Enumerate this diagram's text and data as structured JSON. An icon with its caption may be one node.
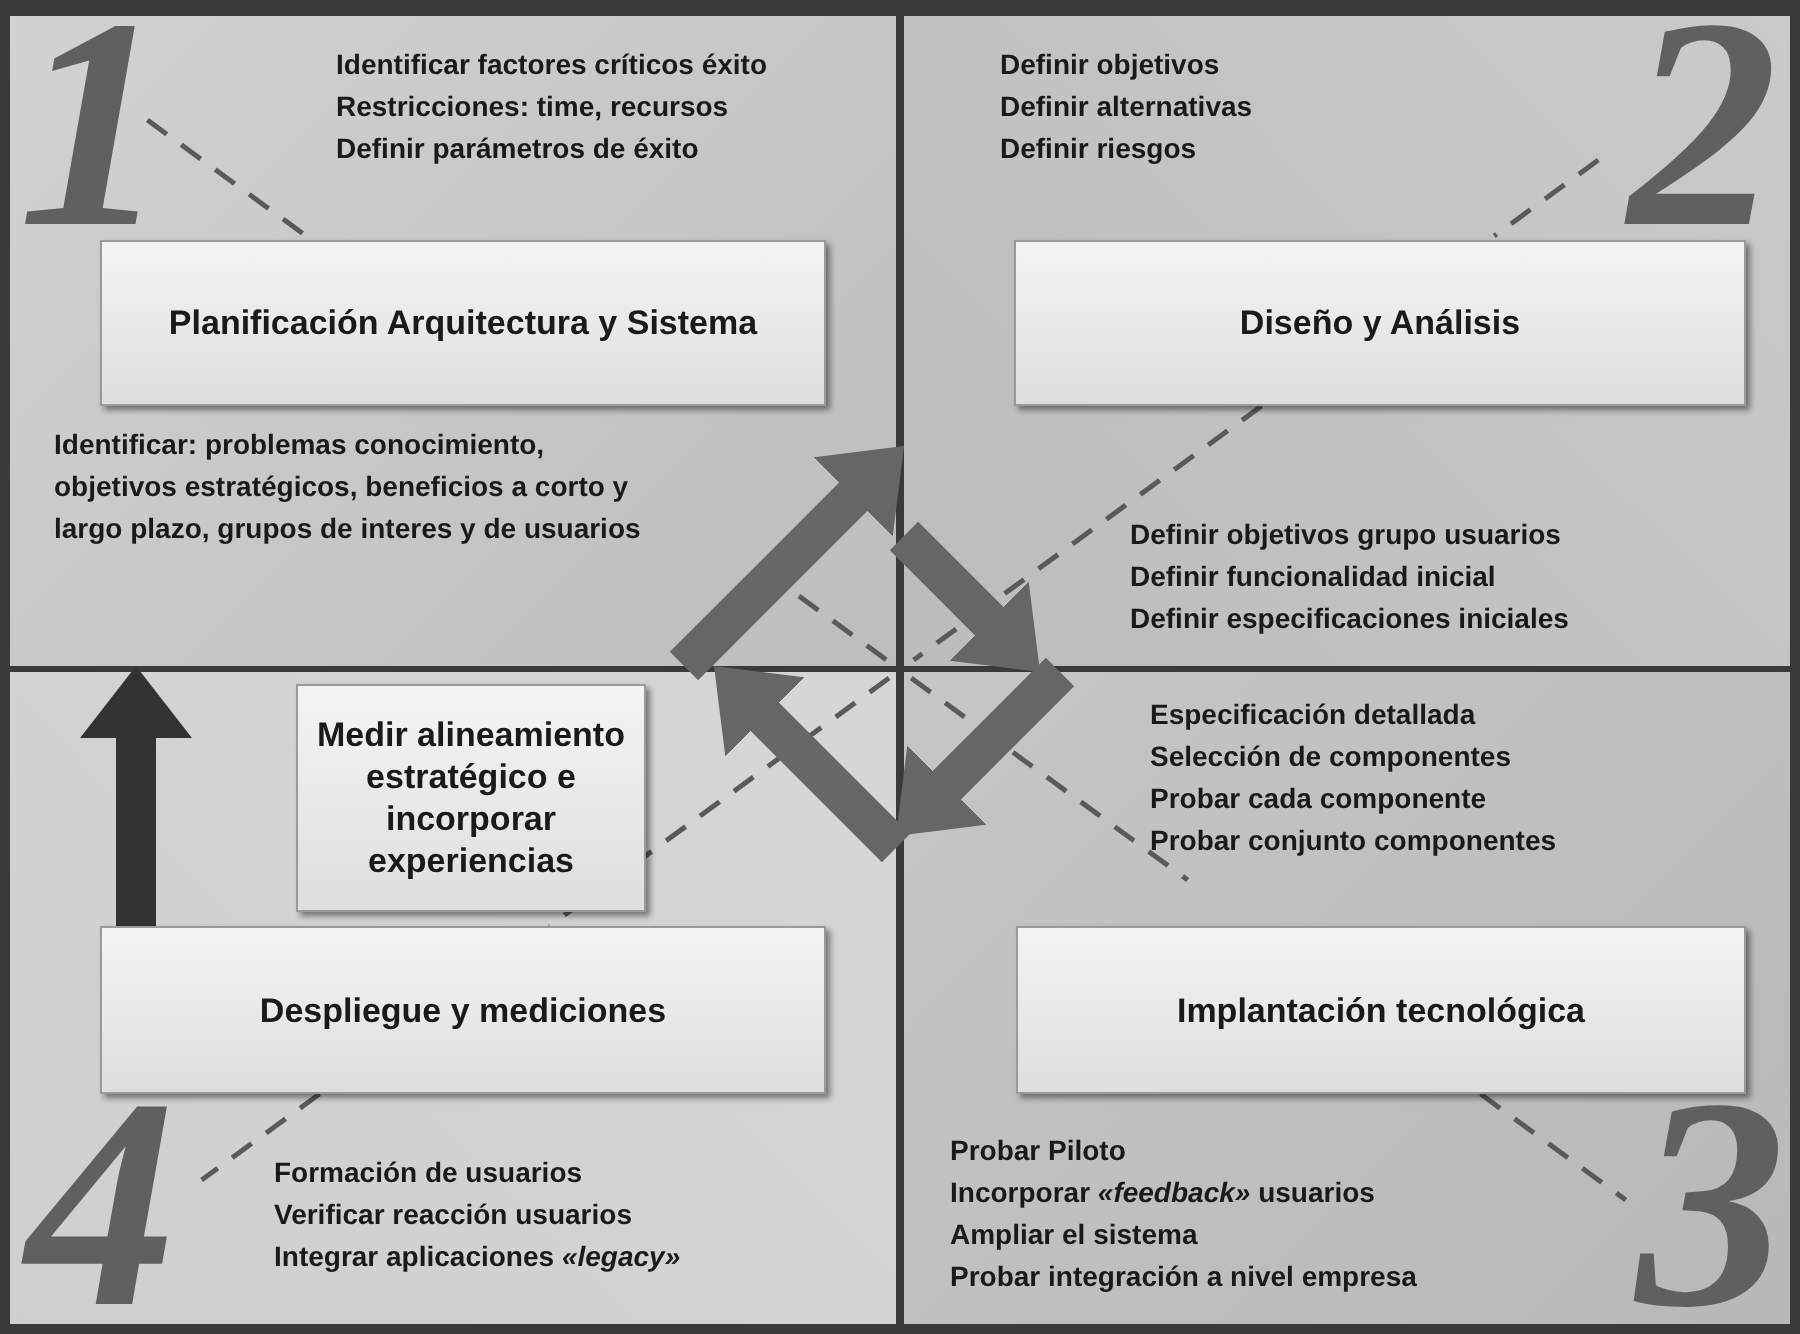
{
  "diagram": {
    "nodes": [
      {
        "text": [
          "1",
          "Identificar factores críticos éxito",
          "Restricciones: time, recursos",
          "Definir parámetros de éxito",
          "Identificar: problemas conocimiento, objetivos estratégicos, beneficios a corto y largo plazo, grupos de interes y de usuarios"
        ]
      },
      {
        "text": [
          "Planificación Arquitectura y Sistema"
        ],
        "in": 0
      },
      {
        "text": [
          "Definir objetivos",
          "Definir alternativas",
          "Definir riesgos",
          "2",
          "Definir objetivos grupo usuarios",
          "Definir funcionalidad inicial",
          "Definir especificaciones iniciales"
        ]
      },
      {
        "text": [
          "Diseño y Análisis"
        ],
        "in": 2
      },
      {
        "text": [
          "4",
          "Formación de usuarios",
          "Verificar reacción usuarios",
          "Integrar aplicaciones *«legacy»*"
        ]
      },
      {
        "text": [
          "Medir alineamiento estratégico e incorporar experiencias"
        ],
        "in": 4
      },
      {
        "text": [
          "Despliegue y mediciones"
        ],
        "in": 4
      },
      {
        "text": [
          "Especificación detallada",
          "Selección de componentes",
          "Probar cada componente",
          "Probar conjunto componentes",
          "Probar Piloto",
          "Incorporar *«feedback»* usuarios",
          "Ampliar el sistema",
          "Probar integración a nivel empresa",
          "3"
        ]
      },
      {
        "text": [
          "Implantación tecnológica"
        ],
        "in": 7
      }
    ],
    "edges": [
      {
        "from": 0,
        "to": 2,
        "arrow": "to"
      },
      {
        "from": 2,
        "to": 7,
        "arrow": "to"
      },
      {
        "from": 7,
        "to": 4,
        "arrow": "to"
      },
      {
        "from": 4,
        "to": 0,
        "arrow": "to"
      },
      {
        "from": 6,
        "to": 0,
        "arrow": "to",
        "color": "#333333"
      }
    ]
  }
}
